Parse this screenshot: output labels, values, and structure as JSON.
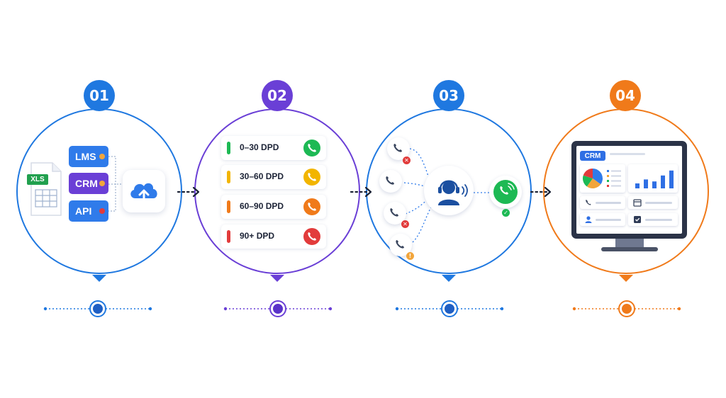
{
  "colors": {
    "blue": "#1f78e0",
    "purple": "#6a3fd6",
    "orange": "#f07a1a",
    "green": "#1db954",
    "yellow": "#f2b500",
    "red": "#e23b3b",
    "navy": "#1b2f5e"
  },
  "steps": [
    {
      "number": "01",
      "color": "#1f78e0"
    },
    {
      "number": "02",
      "color": "#6a3fd6"
    },
    {
      "number": "03",
      "color": "#1f78e0"
    },
    {
      "number": "04",
      "color": "#f07a1a"
    }
  ],
  "step1": {
    "file_label": "XLS",
    "sources": [
      {
        "label": "LMS",
        "color": "#2f7bea",
        "dot_color": "#f2a53b"
      },
      {
        "label": "CRM",
        "color": "#6a3fd6",
        "dot_color": "#f2a53b"
      },
      {
        "label": "API",
        "color": "#2f7bea",
        "dot_color": "#e23b3b"
      }
    ],
    "icon": "cloud-upload-icon"
  },
  "step2": {
    "buckets": [
      {
        "label": "0–30 DPD",
        "color": "#1db954"
      },
      {
        "label": "30–60 DPD",
        "color": "#f2b500"
      },
      {
        "label": "60–90 DPD",
        "color": "#f07a1a"
      },
      {
        "label": "90+ DPD",
        "color": "#e23b3b"
      }
    ]
  },
  "step3": {
    "center_icon": "agent-headset-icon",
    "calls": [
      {
        "status": "failed",
        "status_color": "#e23b3b"
      },
      {
        "status": "none",
        "status_color": ""
      },
      {
        "status": "failed",
        "status_color": "#e23b3b"
      },
      {
        "status": "warning",
        "status_color": "#f2a53b"
      }
    ],
    "result": {
      "status": "connected",
      "color": "#1db954"
    }
  },
  "step4": {
    "screen_tag": "CRM",
    "pie": [
      35,
      25,
      20,
      20
    ],
    "pie_colors": [
      "#2f7bea",
      "#f2a53b",
      "#1db954",
      "#e23b3b"
    ],
    "bars": [
      0.25,
      0.45,
      0.35,
      0.65,
      0.9
    ],
    "bar_color": "#2f6fe4"
  }
}
